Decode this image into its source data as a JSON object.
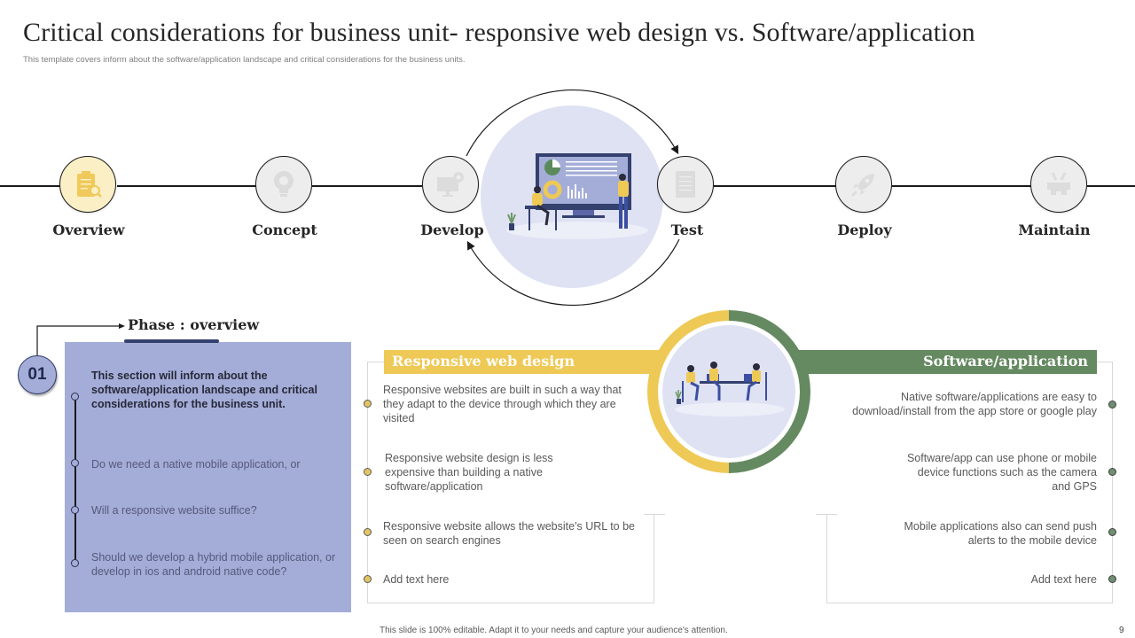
{
  "header": {
    "title": "Critical considerations for business unit- responsive web design vs. Software/application",
    "subtitle": "This template covers inform about the software/application landscape and critical considerations for the business units."
  },
  "timeline": {
    "steps": [
      {
        "label": "Overview",
        "icon": "clipboard-search-icon",
        "active": true
      },
      {
        "label": "Concept",
        "icon": "lightbulb-gear-icon",
        "active": false
      },
      {
        "label": "Develop",
        "icon": "monitor-gear-icon",
        "active": false
      },
      {
        "label": "Test",
        "icon": "document-icon",
        "active": false
      },
      {
        "label": "Deploy",
        "icon": "rocket-icon",
        "active": false
      },
      {
        "label": "Maintain",
        "icon": "gear-wrench-icon",
        "active": false
      }
    ],
    "hub_illustration": "presentation-dashboard-illustration"
  },
  "phase": {
    "number": "01",
    "title": "Phase : overview",
    "intro": "This section will inform about the software/application landscape and critical considerations for the business unit.",
    "questions": [
      "Do we need a native mobile application, or",
      "Will a responsive website suffice?",
      "Should we develop a hybrid mobile application, or develop in ios and android native code?"
    ]
  },
  "comparison": {
    "left": {
      "title": "Responsive web design",
      "items": [
        "Responsive websites are built in such a way that they adapt to the device through which they are visited",
        "Responsive website design is less expensive than building a native software/application",
        "Responsive website allows the website's URL to be seen on search engines",
        "Add text here"
      ]
    },
    "right": {
      "title": "Software/application",
      "items": [
        "Native software/applications are easy to download/install from the app store or google play",
        "Software/app can use phone or mobile device functions such as the camera and GPS",
        "Mobile applications also can send push alerts to the mobile device",
        "Add text here"
      ]
    },
    "center_illustration": "team-meeting-illustration"
  },
  "colors": {
    "accent_yellow": "#eec956",
    "accent_green": "#658a61",
    "accent_periwinkle": "#a4add8",
    "hub_bg": "#dfe2f3",
    "navy": "#34406e"
  },
  "footer": {
    "note": "This slide is 100% editable. Adapt it to your needs and capture your audience's attention.",
    "page": "9"
  }
}
